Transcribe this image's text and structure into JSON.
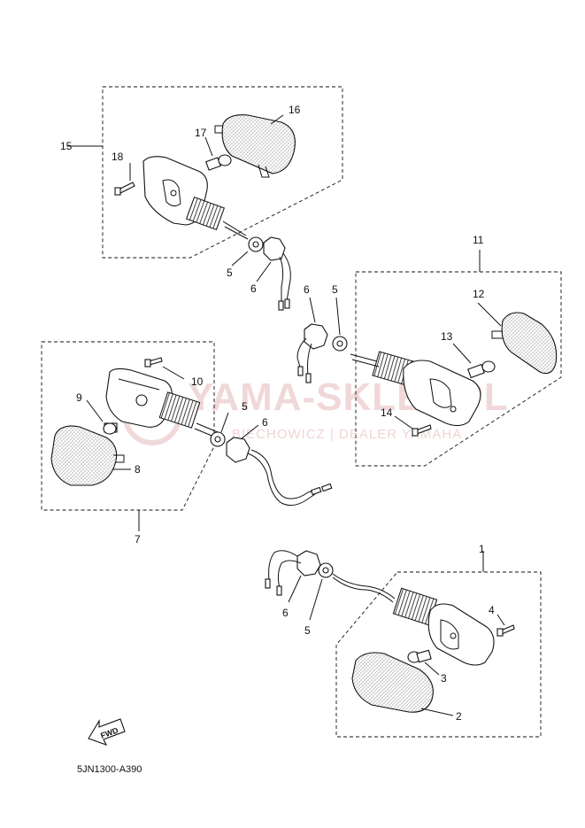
{
  "diagram": {
    "reference_code": "5JN1300-A390",
    "fwd_label": "FWD",
    "watermark": {
      "brand": "YAMA-SKLEP.PL",
      "subtitle": "BIECHOWICZ | DEALER YAMAHA"
    },
    "callouts": {
      "c1": "1",
      "c2": "2",
      "c3": "3",
      "c4": "4",
      "c5a": "5",
      "c5b": "5",
      "c5c": "5",
      "c5d": "5",
      "c6a": "6",
      "c6b": "6",
      "c6c": "6",
      "c6d": "6",
      "c7": "7",
      "c8": "8",
      "c9": "9",
      "c10": "10",
      "c11": "11",
      "c12": "12",
      "c13": "13",
      "c14": "14",
      "c15": "15",
      "c16": "16",
      "c17": "17",
      "c18": "18"
    }
  }
}
